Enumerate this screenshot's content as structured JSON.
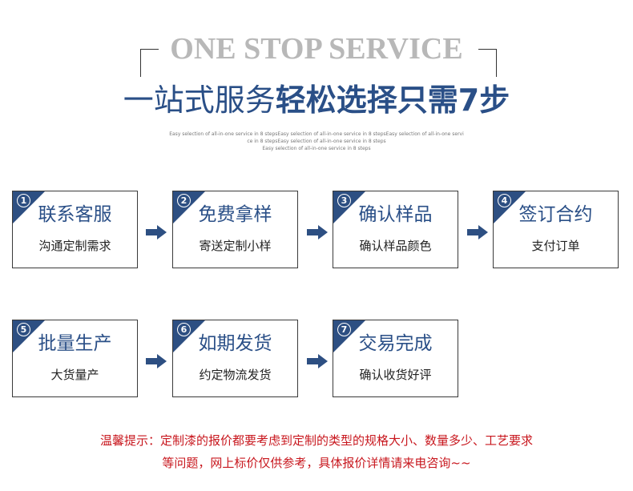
{
  "header": {
    "en_title": "ONE STOP SERVICE",
    "cn_title_light": "一站式服务",
    "cn_title_bold": "轻松选择只需7步",
    "sub_line1": "Easy selection of all-in-one service in 8 stepsEasy selection of all-in-one service in 8 stepsEasy selection of all-in-one servi",
    "sub_line2": "ce in 8 stepsEasy selection of all-in-one service in 8 steps",
    "sub_line3": "Easy selection of all-in-one service in 8 steps"
  },
  "steps": [
    {
      "num": "1",
      "title": "联系客服",
      "desc": "沟通定制需求"
    },
    {
      "num": "2",
      "title": "免费拿样",
      "desc": "寄送定制小样"
    },
    {
      "num": "3",
      "title": "确认样品",
      "desc": "确认样品颜色"
    },
    {
      "num": "4",
      "title": "签订合约",
      "desc": "支付订单"
    },
    {
      "num": "5",
      "title": "批量生产",
      "desc": "大货量产"
    },
    {
      "num": "6",
      "title": "如期发货",
      "desc": "约定物流发货"
    },
    {
      "num": "7",
      "title": "交易完成",
      "desc": "确认收货好评"
    }
  ],
  "tip": {
    "line1": "温馨提示：定制漆的报价都要考虑到定制的类型的规格大小、数量多少、工艺要求",
    "line2": "等问题，网上标价仅供参考，具体报价详情请来电咨询~~"
  },
  "colors": {
    "accent": "#2a4f87",
    "tip": "#c8171e"
  }
}
